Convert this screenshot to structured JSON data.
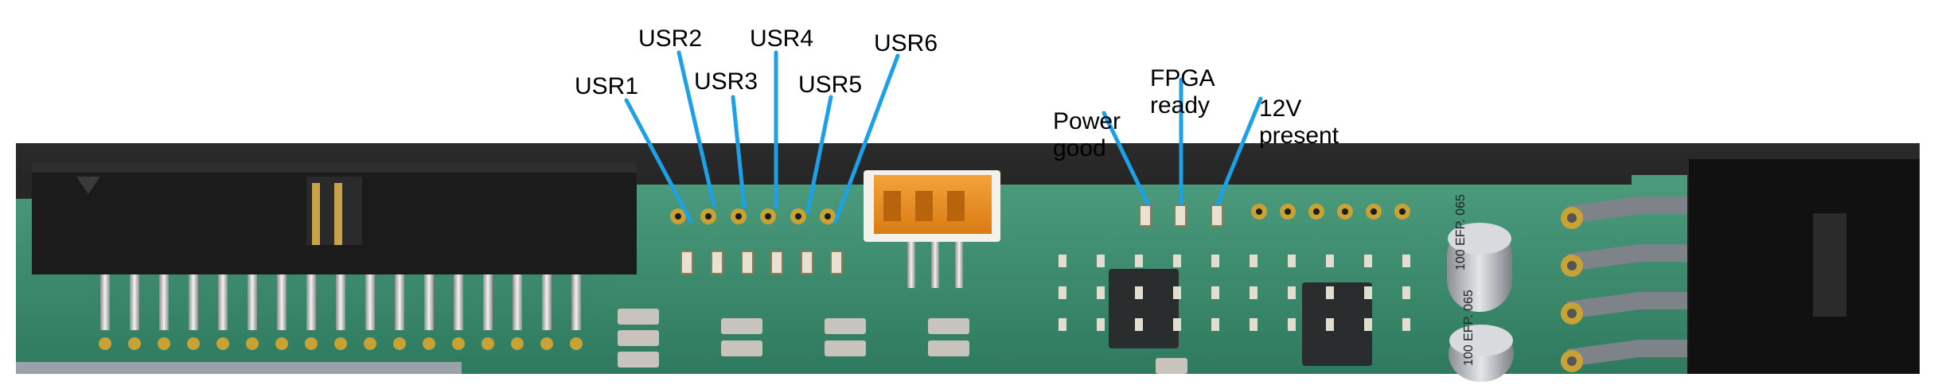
{
  "labels": {
    "usr1": "USR1",
    "usr2": "USR2",
    "usr3": "USR3",
    "usr4": "USR4",
    "usr5": "USR5",
    "usr6": "USR6",
    "power_good": [
      "Power",
      "good"
    ],
    "fpga_ready": [
      "FPGA",
      "ready"
    ],
    "v12_present": [
      "12V",
      "present"
    ]
  },
  "pcb_markings": {
    "cap_top": "100 EFP. 065",
    "cap_bottom": "100 EFP. 065"
  },
  "colors": {
    "leader_line": "#1ea0e6",
    "pcb_green": "#3d8a6e",
    "pcb_dark": "#1e1e1e",
    "connector_orange": "#e58b1e",
    "gold_pad": "#c9a235"
  }
}
